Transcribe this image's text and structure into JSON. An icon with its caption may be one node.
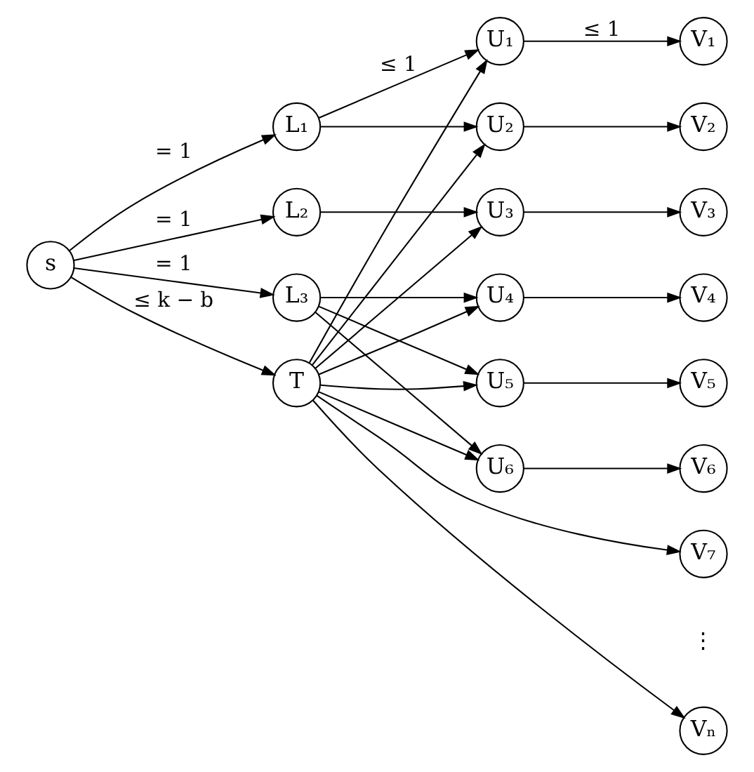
{
  "diagram": {
    "nodes": [
      {
        "text": [
          "s"
        ]
      },
      {
        "text": [
          "L₁"
        ]
      },
      {
        "text": [
          "L₂"
        ]
      },
      {
        "text": [
          "L₃"
        ]
      },
      {
        "text": [
          "T"
        ]
      },
      {
        "text": [
          "U₁"
        ]
      },
      {
        "text": [
          "U₂"
        ]
      },
      {
        "text": [
          "U₃"
        ]
      },
      {
        "text": [
          "U₄"
        ]
      },
      {
        "text": [
          "U₅"
        ]
      },
      {
        "text": [
          "U₆"
        ]
      },
      {
        "text": [
          "V₁"
        ]
      },
      {
        "text": [
          "V₂"
        ]
      },
      {
        "text": [
          "V₃"
        ]
      },
      {
        "text": [
          "V₄"
        ]
      },
      {
        "text": [
          "V₅"
        ]
      },
      {
        "text": [
          "V₆"
        ]
      },
      {
        "text": [
          "V₇"
        ]
      },
      {
        "text": [
          "Vₙ"
        ]
      }
    ],
    "edges": [
      {
        "from": 0,
        "to": 1,
        "arrow": "to",
        "label": "= 1"
      },
      {
        "from": 0,
        "to": 2,
        "arrow": "to",
        "label": "= 1"
      },
      {
        "from": 0,
        "to": 3,
        "arrow": "to",
        "label": "= 1"
      },
      {
        "from": 0,
        "to": 4,
        "arrow": "to",
        "label": "≤ k − b"
      },
      {
        "from": 1,
        "to": 5,
        "arrow": "to",
        "label": "≤ 1"
      },
      {
        "from": 1,
        "to": 6,
        "arrow": "to"
      },
      {
        "from": 2,
        "to": 7,
        "arrow": "to"
      },
      {
        "from": 3,
        "to": 8,
        "arrow": "to"
      },
      {
        "from": 3,
        "to": 9,
        "arrow": "to"
      },
      {
        "from": 3,
        "to": 10,
        "arrow": "to"
      },
      {
        "from": 4,
        "to": 5,
        "arrow": "to"
      },
      {
        "from": 4,
        "to": 6,
        "arrow": "to"
      },
      {
        "from": 4,
        "to": 7,
        "arrow": "to"
      },
      {
        "from": 4,
        "to": 8,
        "arrow": "to"
      },
      {
        "from": 4,
        "to": 9,
        "arrow": "to"
      },
      {
        "from": 4,
        "to": 10,
        "arrow": "to"
      },
      {
        "from": 4,
        "to": 17,
        "arrow": "to"
      },
      {
        "from": 4,
        "to": 18,
        "arrow": "to"
      },
      {
        "from": 5,
        "to": 11,
        "arrow": "to",
        "label": "≤ 1"
      },
      {
        "from": 6,
        "to": 12,
        "arrow": "to"
      },
      {
        "from": 7,
        "to": 13,
        "arrow": "to"
      },
      {
        "from": 8,
        "to": 14,
        "arrow": "to"
      },
      {
        "from": 9,
        "to": 15,
        "arrow": "to"
      },
      {
        "from": 10,
        "to": 16,
        "arrow": "to"
      }
    ],
    "labels": [
      "⋮"
    ]
  }
}
